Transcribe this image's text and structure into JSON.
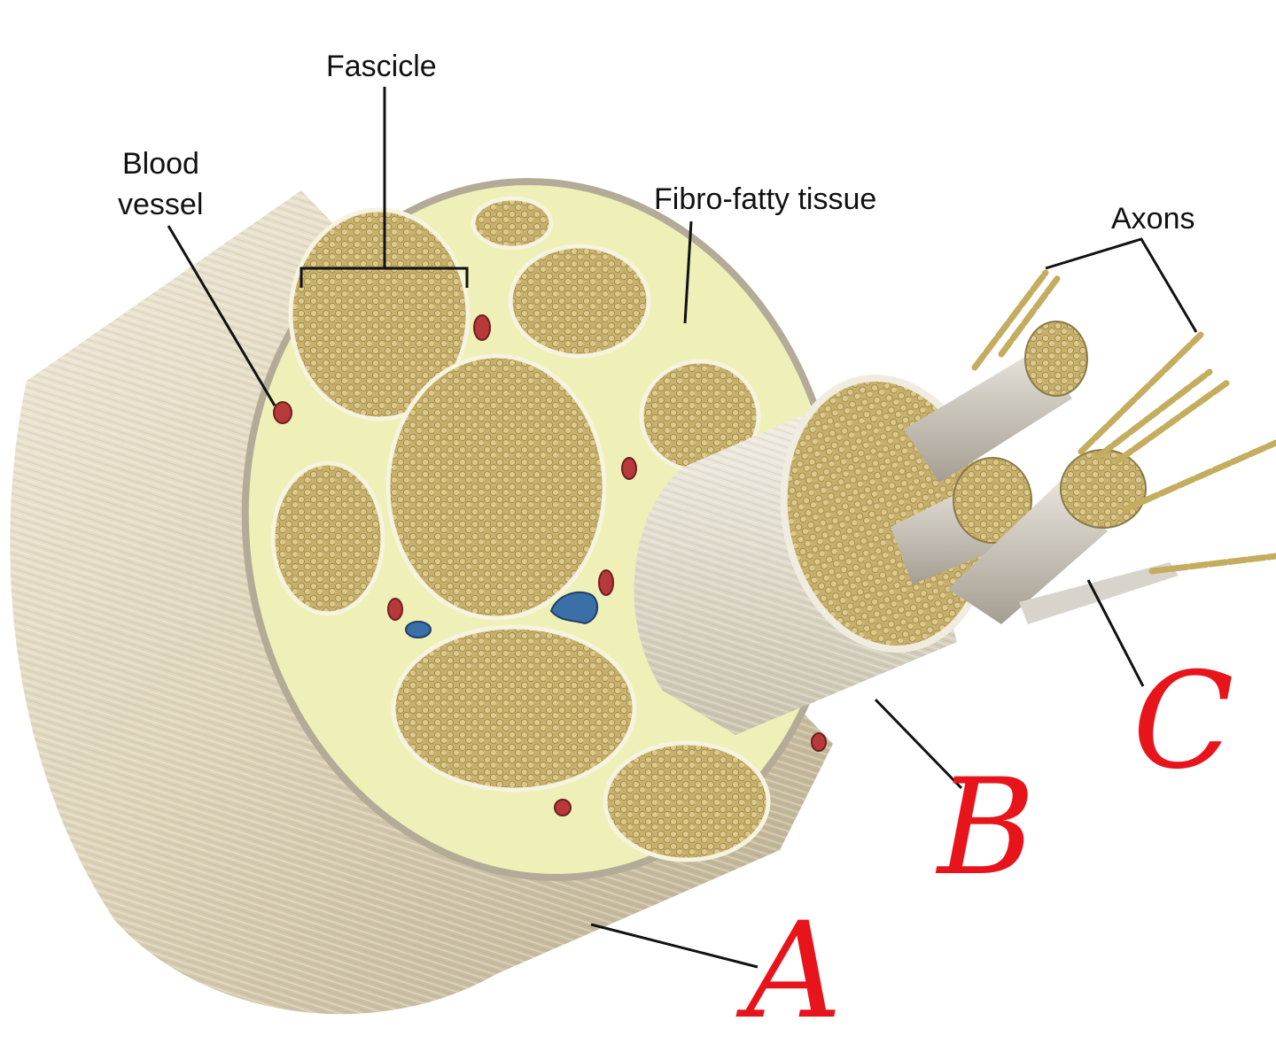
{
  "labels": {
    "fascicle": "Fascicle",
    "blood_vessel_line1": "Blood",
    "blood_vessel_line2": "vessel",
    "fibro_fatty_tissue": "Fibro-fatty tissue",
    "axons": "Axons"
  },
  "handwritten_labels": {
    "a": "A",
    "b": "B",
    "c": "C"
  },
  "colors": {
    "epineurium_outer": "#d9d2bd",
    "fibro_fatty": "#eef0b8",
    "fascicle_fill": "#cdb97b",
    "blood_vessel_artery": "#b8393a",
    "blood_vessel_vein": "#3a6fa8",
    "handwriting": "#e8141b"
  }
}
